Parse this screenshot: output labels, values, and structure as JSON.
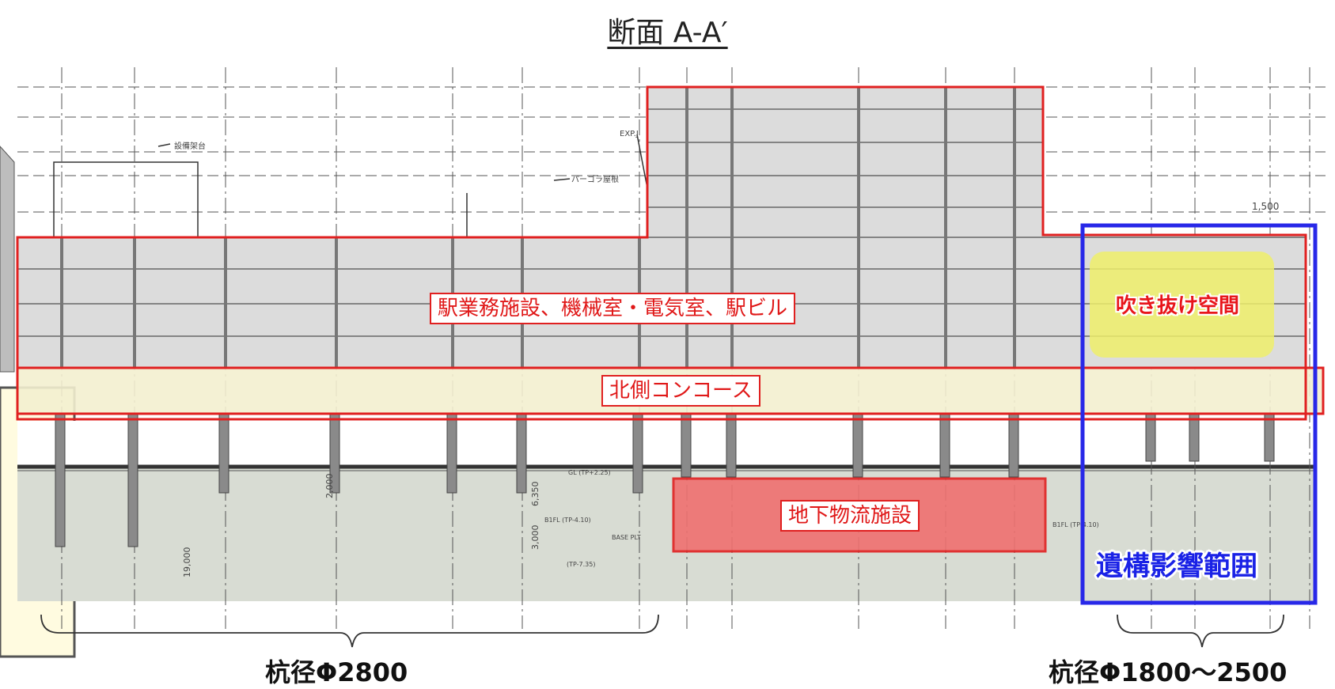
{
  "title": "断面 A-A′",
  "labels": {
    "station_facilities": "駅業務施設、機械室・電気室、駅ビル",
    "north_concourse": "北側コンコース",
    "underground_logistics": "地下物流施設",
    "void_space": "吹き抜け空間",
    "ruins_impact_range": "遺構影響範囲",
    "pile_left": "杭径Φ2800",
    "pile_right": "杭径Φ1800～2500"
  },
  "drawing_notes": {
    "equipment_stand": "設備架台",
    "pergola_roof": "パーゴラ屋根",
    "exp_joint": "EXP.J",
    "dim_1500": "1,500",
    "ground_level": "GL (TP+2.25)",
    "b1fl": "B1FL (TP-4.10)",
    "base_plt": "BASE PLT",
    "pile_tip": "(TP-7.35)",
    "dim_19000": "19,000",
    "dim_6350": "6,350",
    "dim_3000": "3,000",
    "dim_2000": "2,000"
  },
  "colors": {
    "red_outline": "#e02020",
    "blue_outline": "#2828e8",
    "upper_fill": "#dcdcdc",
    "concourse_fill": "#f3f0cf",
    "underground_fill": "#d8dcd3",
    "logistics_fill": "#f07070",
    "void_fill": "#eeee6a"
  }
}
